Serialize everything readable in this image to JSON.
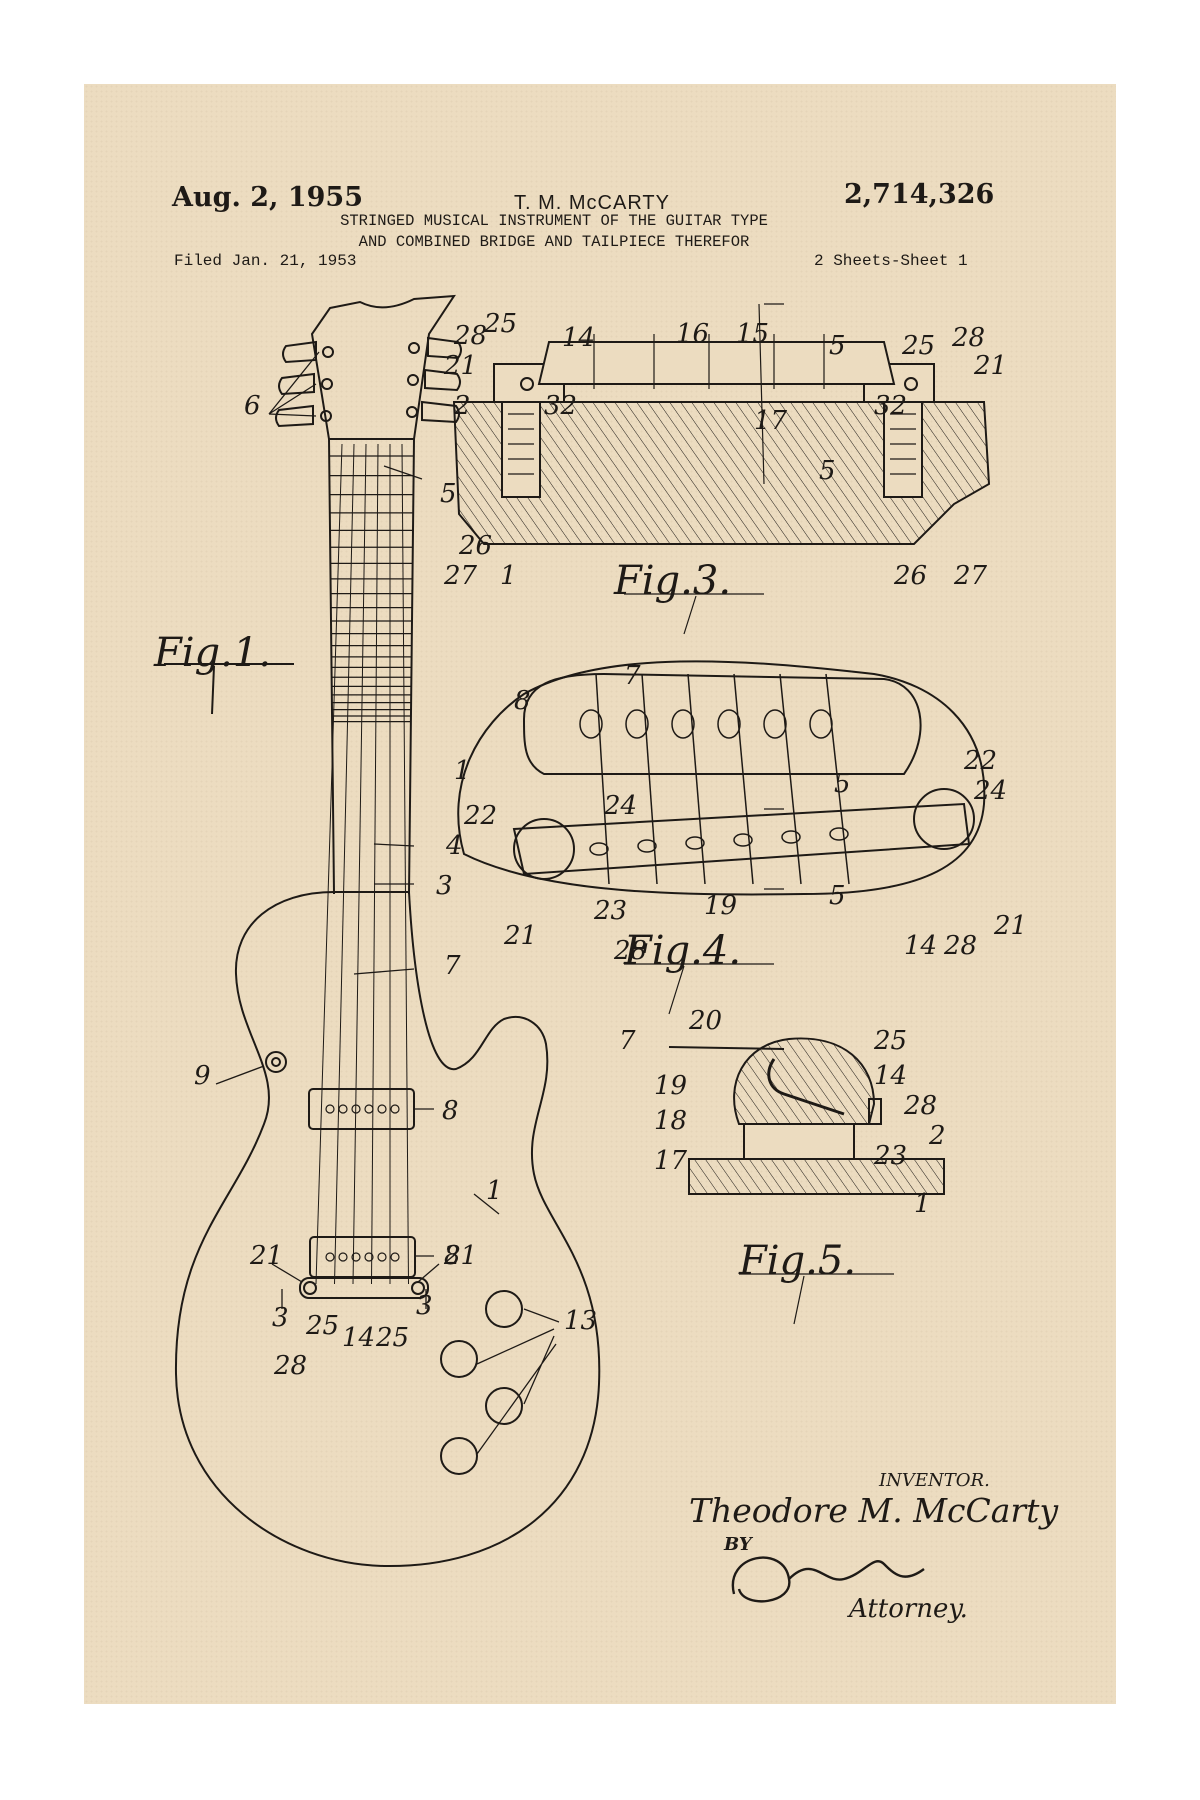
{
  "header": {
    "date": "Aug. 2, 1955",
    "inventor_short": "T. M. McCARTY",
    "patent_number": "2,714,326",
    "title_line1": "STRINGED MUSICAL INSTRUMENT OF THE GUITAR TYPE",
    "title_line2": "AND COMBINED BRIDGE AND TAILPIECE THEREFOR",
    "filed": "Filed Jan. 21, 1953",
    "sheets": "2 Sheets-Sheet 1"
  },
  "figures": {
    "fig1": "Fig.1.",
    "fig3": "Fig.3.",
    "fig4": "Fig.4.",
    "fig5": "Fig.5."
  },
  "labels": {
    "fig1": [
      "6",
      "5",
      "4",
      "3",
      "7",
      "9",
      "8",
      "8",
      "1",
      "21",
      "21",
      "3",
      "3",
      "25",
      "14",
      "25",
      "28",
      "13"
    ],
    "fig3": [
      "28",
      "25",
      "14",
      "16",
      "15",
      "5",
      "25",
      "28",
      "21",
      "21",
      "2",
      "32",
      "32",
      "17",
      "5",
      "26",
      "27",
      "1",
      "26",
      "27"
    ],
    "fig4": [
      "7",
      "8",
      "1",
      "22",
      "24",
      "22",
      "24",
      "5",
      "5",
      "23",
      "19",
      "21",
      "28",
      "14",
      "28",
      "21"
    ],
    "fig5": [
      "7",
      "20",
      "25",
      "14",
      "19",
      "18",
      "28",
      "17",
      "23",
      "2",
      "1"
    ]
  },
  "signature": {
    "inventor_label": "INVENTOR.",
    "inventor_name": "Theodore M. McCarty",
    "by": "BY",
    "signature_name": "Otto a Earl",
    "attorney": "Attorney."
  },
  "colors": {
    "paper": "#ecdcc0",
    "ink": "#1e1a16"
  }
}
